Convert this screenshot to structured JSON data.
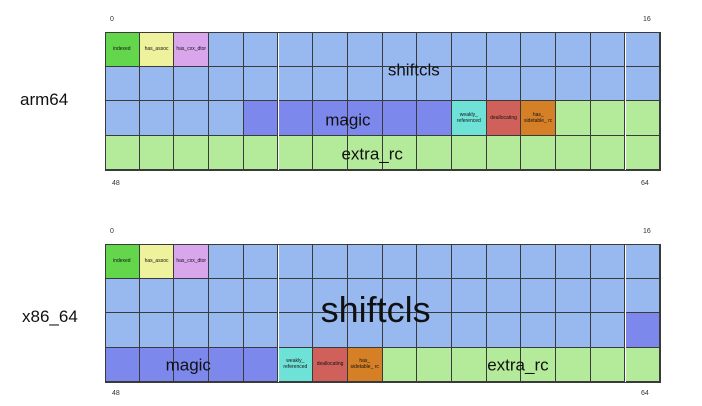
{
  "colors": {
    "shiftcls": "#98b8f0",
    "magic": "#7d88ec",
    "extra_rc": "#b4eb9a",
    "indexed": "#63d64c",
    "has_assoc": "#eef29c",
    "has_cxx_dtor": "#d9a6ec",
    "weakly_referenced": "#6fe2d8",
    "deallocating": "#d0605a",
    "has_sidetable_rc": "#d58026",
    "grid_line": "#3a3a3a"
  },
  "diagrams": [
    {
      "arch": "arm64",
      "ticks": {
        "top_left": "0",
        "top_right": "16",
        "bottom_left": "48",
        "bottom_right": "64"
      },
      "flags": {
        "indexed": "indexed",
        "has_assoc": "has_assoc",
        "has_cxx_dtor": "has_cxx_dtor",
        "weakly_referenced": "weakly_ referenced",
        "deallocating": "deallocating",
        "has_sidetable_rc": "has_ sidetable_ rc"
      },
      "fields": {
        "shiftcls": "shiftcls",
        "magic": "magic",
        "extra_rc": "extra_rc"
      }
    },
    {
      "arch": "x86_64",
      "ticks": {
        "top_left": "0",
        "top_right": "16",
        "bottom_left": "48",
        "bottom_right": "64"
      },
      "flags": {
        "indexed": "indexed",
        "has_assoc": "has_assoc",
        "has_cxx_dtor": "has_cxx_dtor",
        "weakly_referenced": "weakly_ referenced",
        "deallocating": "deallocating",
        "has_sidetable_rc": "has_ sidetable_ rc"
      },
      "fields": {
        "shiftcls": "shiftcls",
        "magic": "magic",
        "extra_rc": "extra_rc"
      }
    }
  ]
}
